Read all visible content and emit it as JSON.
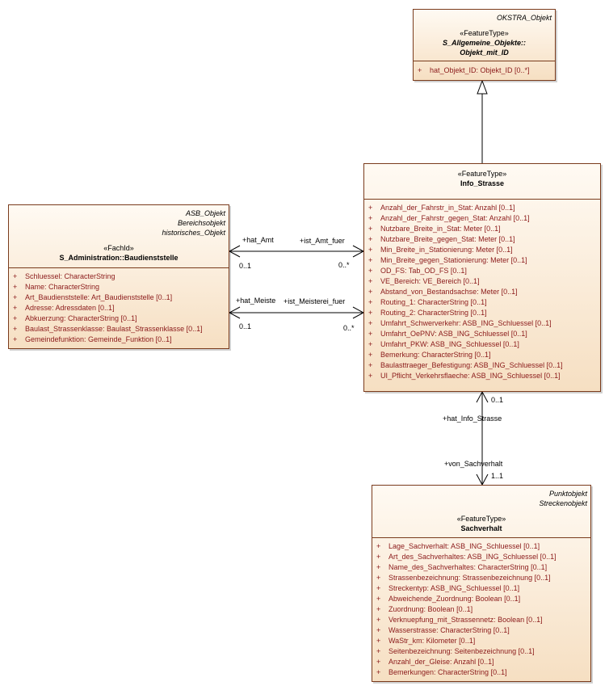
{
  "classes": {
    "okstra": {
      "tags": [
        "OKSTRA_Objekt"
      ],
      "stereotype": "«FeatureType»",
      "name_lines": [
        "S_Allgemeine_Objekte::",
        "Objekt_mit_ID"
      ],
      "attributes": [
        "hat_Objekt_ID: Objekt_ID [0..*]"
      ]
    },
    "info_strasse": {
      "tags": [],
      "stereotype": "«FeatureType»",
      "name_lines": [
        "Info_Strasse"
      ],
      "attributes": [
        "Anzahl_der_Fahrstr_in_Stat: Anzahl [0..1]",
        "Anzahl_der_Fahrstr_gegen_Stat: Anzahl [0..1]",
        "Nutzbare_Breite_in_Stat: Meter [0..1]",
        "Nutzbare_Breite_gegen_Stat: Meter [0..1]",
        "Min_Breite_in_Stationierung: Meter [0..1]",
        "Min_Breite_gegen_Stationierung: Meter [0..1]",
        "OD_FS: Tab_OD_FS [0..1]",
        "VE_Bereich: VE_Bereich [0..1]",
        "Abstand_von_Bestandsachse: Meter [0..1]",
        "Routing_1: CharacterString [0..1]",
        "Routing_2: CharacterString [0..1]",
        "Umfahrt_Schwerverkehr: ASB_ING_Schluessel [0..1]",
        "Umfahrt_OePNV: ASB_ING_Schluessel [0..1]",
        "Umfahrt_PKW: ASB_ING_Schluessel [0..1]",
        "Bemerkung: CharacterString [0..1]",
        "Baulasttraeger_Befestigung: ASB_ING_Schluessel [0..1]",
        "UI_Pflicht_Verkehrsflaeche: ASB_ING_Schluessel [0..1]"
      ]
    },
    "baudienststelle": {
      "tags": [
        "ASB_Objekt",
        "Bereichsobjekt",
        "historisches_Objekt"
      ],
      "stereotype": "«FachId»",
      "name_lines": [
        "S_Administration::Baudienststelle"
      ],
      "attributes": [
        "Schluessel: CharacterString",
        "Name: CharacterString",
        "Art_Baudienststelle: Art_Baudienststelle [0..1]",
        "Adresse: Adressdaten [0..1]",
        "Abkuerzung: CharacterString [0..1]",
        "Baulast_Strassenklasse: Baulast_Strassenklasse [0..1]",
        "Gemeindefunktion: Gemeinde_Funktion [0..1]"
      ]
    },
    "sachverhalt": {
      "tags": [
        "Punktobjekt",
        "Streckenobjekt"
      ],
      "stereotype": "«FeatureType»",
      "name_lines": [
        "Sachverhalt"
      ],
      "attributes": [
        "Lage_Sachverhalt: ASB_ING_Schluessel [0..1]",
        "Art_des_Sachverhaltes: ASB_ING_Schluessel [0..1]",
        "Name_des_Sachverhaltes: CharacterString [0..1]",
        "Strassenbezeichnung: Strassenbezeichnung [0..1]",
        "Streckentyp: ASB_ING_Schluessel [0..1]",
        "Abweichende_Zuordnung: Boolean [0..1]",
        "Zuordnung: Boolean [0..1]",
        "Verknuepfung_mit_Strassennetz: Boolean [0..1]",
        "Wasserstrasse: CharacterString [0..1]",
        "WaStr_km: Kilometer [0..1]",
        "Seitenbezeichnung: Seitenbezeichnung [0..1]",
        "Anzahl_der_Gleise: Anzahl [0..1]",
        "Bemerkungen: CharacterString [0..1]"
      ]
    }
  },
  "visibility_marker": "+",
  "associations": {
    "amt": {
      "role_left": "+hat_Amt",
      "role_right": "+ist_Amt_fuer",
      "mult_left": "0..1",
      "mult_right": "0..*"
    },
    "meisterei": {
      "role_left": "+hat_Meiste",
      "role_right": "+ist_Meisterei_fuer",
      "mult_left": "0..1",
      "mult_right": "0..*"
    },
    "sachverhalt": {
      "role_top": "+hat_Info_Strasse",
      "role_bottom": "+von_Sachverhalt",
      "mult_top": "0..1",
      "mult_bottom": "1..1"
    }
  },
  "colors": {
    "border": "#7a3b1c",
    "fill_top": "#fffaf3",
    "fill_bottom": "#f6dfc2",
    "attribute_text": "#8b1a1a"
  }
}
